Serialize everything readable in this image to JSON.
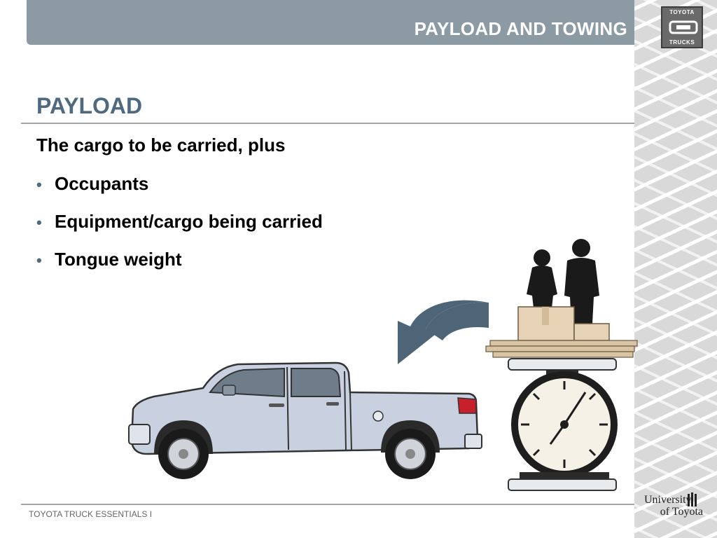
{
  "header": {
    "title": "PAYLOAD AND TOWING",
    "logo_top": "TOYOTA",
    "logo_bottom": "TRUCKS"
  },
  "slide": {
    "title": "PAYLOAD",
    "intro": "The cargo to be carried, plus",
    "bullets": [
      "Occupants",
      "Equipment/cargo being carried",
      "Tongue weight"
    ]
  },
  "footer": {
    "text": "TOYOTA TRUCK ESSENTIALS I",
    "logo_line1": "University",
    "logo_line2": "of Toyota"
  },
  "illustration": {
    "items": [
      "truck-icon",
      "curved-arrow-icon",
      "people-silhouette-icon",
      "cargo-boxes-icon",
      "weighing-scale-icon"
    ],
    "colors": {
      "accent": "#4f6a7f",
      "header_bar": "#8c9aa4",
      "truck_body": "#c9d1e0",
      "arrow": "#4e6578",
      "box": "#e6d2b5"
    }
  }
}
